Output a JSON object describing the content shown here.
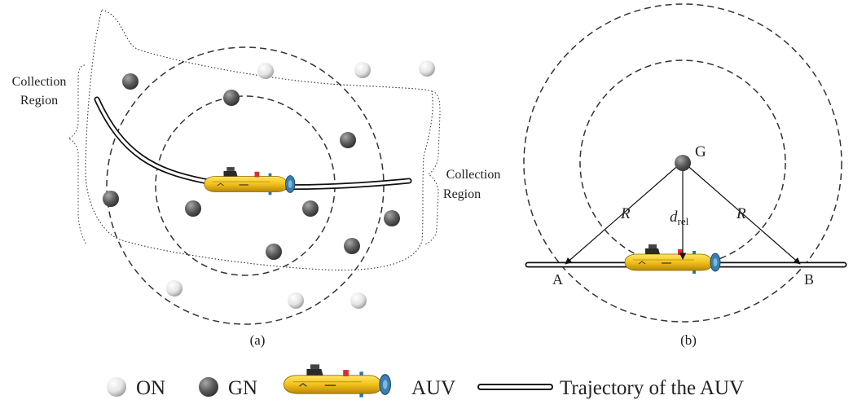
{
  "panel_a": {
    "caption": "(a)",
    "collection_region_left": [
      "Collection",
      "Region"
    ],
    "collection_region_right": [
      "Collection",
      "Region"
    ]
  },
  "panel_b": {
    "caption": "(b)",
    "node_label": "G",
    "radius_label": "R",
    "distance_label_main": "d",
    "distance_label_sub": "rel",
    "point_a_label": "A",
    "point_b_label": "B"
  },
  "legend": {
    "on_label": "ON",
    "gn_label": "GN",
    "auv_label": "AUV",
    "trajectory_label": "Trajectory of the AUV"
  },
  "colors": {
    "on_node": "#e8e8e8",
    "gn_node": "#5a5a5a",
    "auv_body": "#f2c21a",
    "auv_propeller": "#3a7fb0"
  }
}
